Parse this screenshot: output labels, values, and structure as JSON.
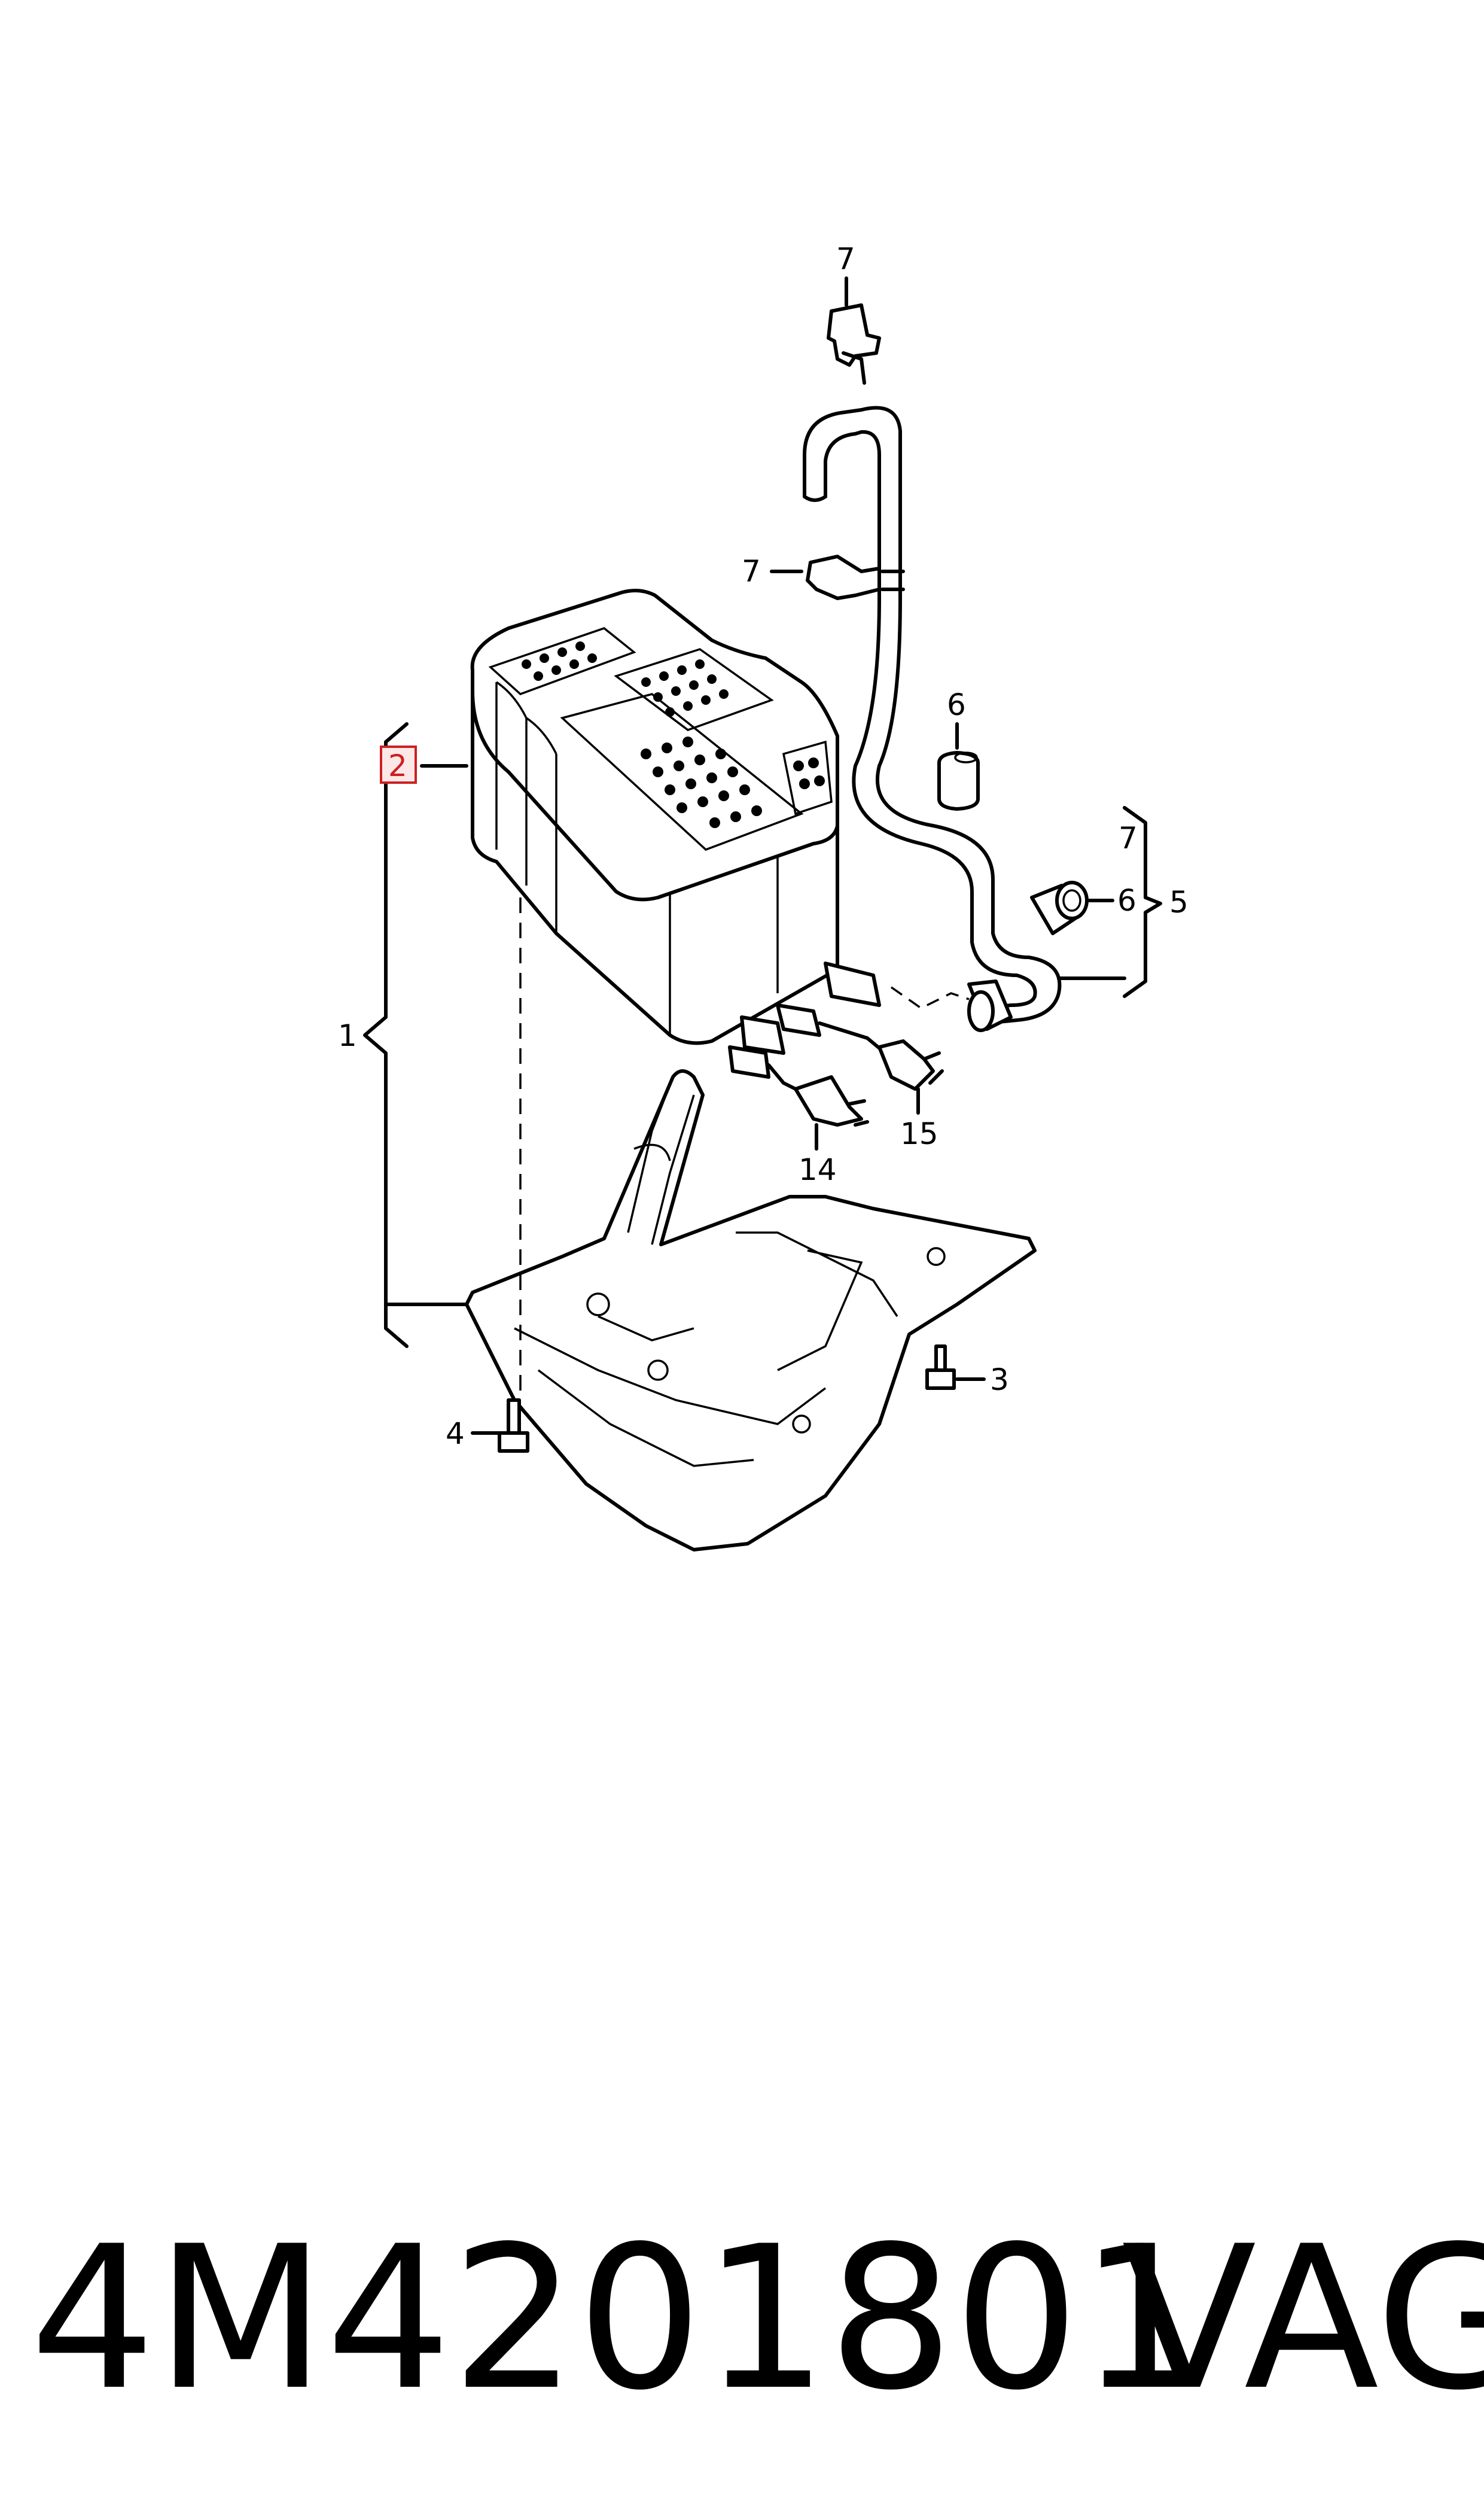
{
  "callouts": {
    "c1": "1",
    "c2": "2",
    "c3": "3",
    "c4": "4",
    "c5": "5",
    "c6a": "6",
    "c6b": "6",
    "c7a": "7",
    "c7b": "7",
    "c7c": "7",
    "c14": "14",
    "c15": "15"
  },
  "footer": {
    "part_number": "4M4201801",
    "brand": "VAG"
  },
  "colors": {
    "highlight": "#cc2020",
    "line": "#000000",
    "background": "#ffffff"
  }
}
